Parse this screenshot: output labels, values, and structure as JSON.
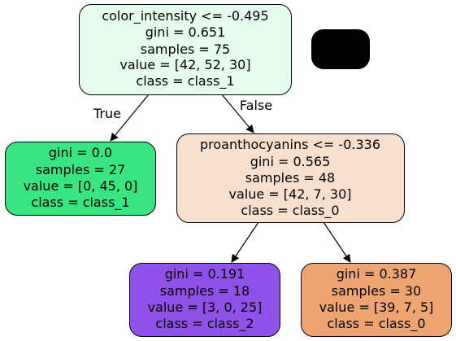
{
  "tree": {
    "nodes": [
      {
        "id": "root",
        "lines": [
          "color_intensity <= -0.495",
          "gini = 0.651",
          "samples = 75",
          "value = [42, 52, 30]",
          "class = class_1"
        ],
        "fill": "#e5fcef"
      },
      {
        "id": "left",
        "lines": [
          "gini = 0.0",
          "samples = 27",
          "value = [0, 45, 0]",
          "class = class_1"
        ],
        "fill": "#39e581"
      },
      {
        "id": "right",
        "lines": [
          "proanthocyanins <= -0.336",
          "gini = 0.565",
          "samples = 48",
          "value = [42, 7, 30]",
          "class = class_0"
        ],
        "fill": "#f9e0ce"
      },
      {
        "id": "right-left",
        "lines": [
          "gini = 0.191",
          "samples = 18",
          "value = [3, 0, 25]",
          "class = class_2"
        ],
        "fill": "#8f51e8"
      },
      {
        "id": "right-right",
        "lines": [
          "gini = 0.387",
          "samples = 30",
          "value = [39, 7, 5]",
          "class = class_0"
        ],
        "fill": "#eea572"
      }
    ],
    "edge_labels": {
      "true_label": "True",
      "false_label": "False"
    },
    "legend_box_color": "#000000"
  }
}
